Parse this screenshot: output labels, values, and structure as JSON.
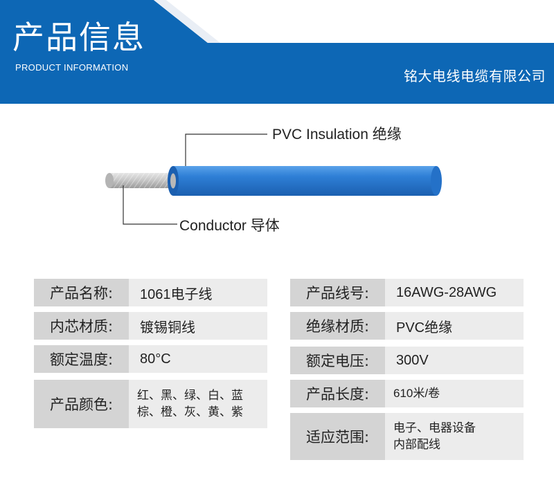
{
  "header": {
    "title": "产品信息",
    "subtitle": "PRODUCT INFORMATION",
    "company": "铭大电线电缆有限公司",
    "colors": {
      "banner_blue": "#0d67b5",
      "accent_light": "#e9eef5"
    }
  },
  "diagram": {
    "insulation_label": "PVC Insulation 绝缘",
    "conductor_label": "Conductor 导体",
    "colors": {
      "insulation": "#2e7fd6",
      "conductor": "#c9c9c9"
    }
  },
  "specs_left": [
    {
      "label": "产品名称:",
      "value": "1061电子线"
    },
    {
      "label": "内芯材质:",
      "value": "镀锡铜线"
    },
    {
      "label": "额定温度:",
      "value": "80°C"
    },
    {
      "label": "产品颜色:",
      "value_lines": [
        "红、黑、绿、白、蓝",
        "棕、橙、灰、黄、紫"
      ]
    }
  ],
  "specs_right": [
    {
      "label": "产品线号:",
      "value": "16AWG-28AWG"
    },
    {
      "label": "绝缘材质:",
      "value": "PVC绝缘"
    },
    {
      "label": "额定电压:",
      "value": "300V"
    },
    {
      "label": "产品长度:",
      "value": "610米/卷"
    },
    {
      "label": "适应范围:",
      "value_lines": [
        "电子、电器设备",
        "内部配线"
      ]
    }
  ]
}
